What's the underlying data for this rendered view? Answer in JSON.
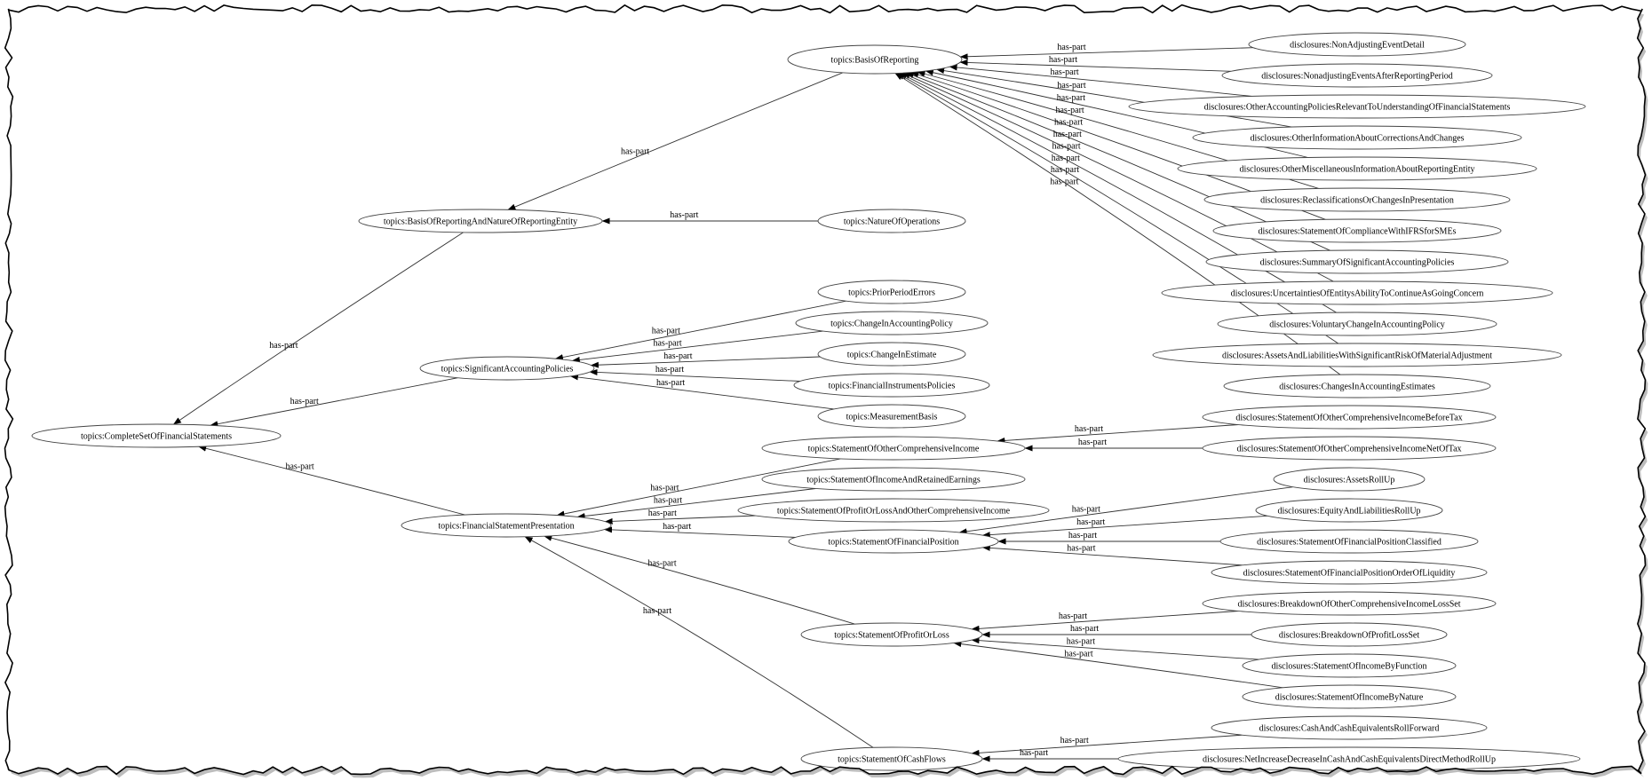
{
  "edge_label": "has-part",
  "nodes": [
    {
      "id": "basis",
      "label": "topics:BasisOfReporting"
    },
    {
      "id": "nonadjDetail",
      "label": "disclosures:NonAdjustingEventDetail"
    },
    {
      "id": "nonadjAfter",
      "label": "disclosures:NonadjustingEventsAfterReportingPeriod"
    },
    {
      "id": "otherAcctPol",
      "label": "disclosures:OtherAccountingPoliciesRelevantToUnderstandingOfFinancialStatements"
    },
    {
      "id": "otherInfoCorr",
      "label": "disclosures:OtherInformationAboutCorrectionsAndChanges"
    },
    {
      "id": "otherMisc",
      "label": "disclosures:OtherMiscellaneousInformationAboutReportingEntity"
    },
    {
      "id": "reclass",
      "label": "disclosures:ReclassificationsOrChangesInPresentation"
    },
    {
      "id": "compliance",
      "label": "disclosures:StatementOfComplianceWithIFRSforSMEs"
    },
    {
      "id": "summary",
      "label": "disclosures:SummaryOfSignificantAccountingPolicies"
    },
    {
      "id": "uncertainties",
      "label": "disclosures:UncertaintiesOfEntitysAbilityToContinueAsGoingConcern"
    },
    {
      "id": "voluntary",
      "label": "disclosures:VoluntaryChangeInAccountingPolicy"
    },
    {
      "id": "assetsLiabRisk",
      "label": "disclosures:AssetsAndLiabilitiesWithSignificantRiskOfMaterialAdjustment"
    },
    {
      "id": "changesEst",
      "label": "disclosures:ChangesInAccountingEstimates"
    },
    {
      "id": "basisNature",
      "label": "topics:BasisOfReportingAndNatureOfReportingEntity"
    },
    {
      "id": "natureOps",
      "label": "topics:NatureOfOperations"
    },
    {
      "id": "priorErr",
      "label": "topics:PriorPeriodErrors"
    },
    {
      "id": "chgPolicy",
      "label": "topics:ChangeInAccountingPolicy"
    },
    {
      "id": "sigPolicies",
      "label": "topics:SignificantAccountingPolicies"
    },
    {
      "id": "chgEstimate",
      "label": "topics:ChangeInEstimate"
    },
    {
      "id": "finInstr",
      "label": "topics:FinancialInstrumentsPolicies"
    },
    {
      "id": "measBasis",
      "label": "topics:MeasurementBasis"
    },
    {
      "id": "complete",
      "label": "topics:CompleteSetOfFinancialStatements"
    },
    {
      "id": "ociBeforeTax",
      "label": "disclosures:StatementOfOtherComprehensiveIncomeBeforeTax"
    },
    {
      "id": "oci",
      "label": "topics:StatementOfOtherComprehensiveIncome"
    },
    {
      "id": "ociNetTax",
      "label": "disclosures:StatementOfOtherComprehensiveIncomeNetOfTax"
    },
    {
      "id": "incomeRetained",
      "label": "topics:StatementOfIncomeAndRetainedEarnings"
    },
    {
      "id": "assetsRoll",
      "label": "disclosures:AssetsRollUp"
    },
    {
      "id": "profitLossOCI",
      "label": "topics:StatementOfProfitOrLossAndOtherComprehensiveIncome"
    },
    {
      "id": "equityLiabRoll",
      "label": "disclosures:EquityAndLiabilitiesRollUp"
    },
    {
      "id": "finStmtPres",
      "label": "topics:FinancialStatementPresentation"
    },
    {
      "id": "finPos",
      "label": "topics:StatementOfFinancialPosition"
    },
    {
      "id": "finPosClass",
      "label": "disclosures:StatementOfFinancialPositionClassified"
    },
    {
      "id": "finPosLiq",
      "label": "disclosures:StatementOfFinancialPositionOrderOfLiquidity"
    },
    {
      "id": "breakdownOCI",
      "label": "disclosures:BreakdownOfOtherComprehensiveIncomeLossSet"
    },
    {
      "id": "profitLoss",
      "label": "topics:StatementOfProfitOrLoss"
    },
    {
      "id": "breakdownPL",
      "label": "disclosures:BreakdownOfProfitLossSet"
    },
    {
      "id": "incomeByFunction",
      "label": "disclosures:StatementOfIncomeByFunction"
    },
    {
      "id": "incomeByNature",
      "label": "disclosures:StatementOfIncomeByNature"
    },
    {
      "id": "cashRollFwd",
      "label": "disclosures:CashAndCashEquivalentsRollForward"
    },
    {
      "id": "cashFlows",
      "label": "topics:StatementOfCashFlows"
    },
    {
      "id": "netIncDec",
      "label": "disclosures:NetIncreaseDecreaseInCashAndCashEquivalentsDirectMethodRollUp"
    }
  ],
  "edges": [
    {
      "from": "nonadjDetail",
      "to": "basis"
    },
    {
      "from": "nonadjAfter",
      "to": "basis"
    },
    {
      "from": "otherAcctPol",
      "to": "basis"
    },
    {
      "from": "otherInfoCorr",
      "to": "basis"
    },
    {
      "from": "otherMisc",
      "to": "basis"
    },
    {
      "from": "reclass",
      "to": "basis"
    },
    {
      "from": "compliance",
      "to": "basis"
    },
    {
      "from": "summary",
      "to": "basis"
    },
    {
      "from": "uncertainties",
      "to": "basis"
    },
    {
      "from": "voluntary",
      "to": "basis"
    },
    {
      "from": "assetsLiabRisk",
      "to": "basis"
    },
    {
      "from": "changesEst",
      "to": "basis"
    },
    {
      "from": "basis",
      "to": "basisNature"
    },
    {
      "from": "natureOps",
      "to": "basisNature"
    },
    {
      "from": "basisNature",
      "to": "complete"
    },
    {
      "from": "priorErr",
      "to": "sigPolicies"
    },
    {
      "from": "chgPolicy",
      "to": "sigPolicies"
    },
    {
      "from": "chgEstimate",
      "to": "sigPolicies"
    },
    {
      "from": "finInstr",
      "to": "sigPolicies"
    },
    {
      "from": "measBasis",
      "to": "sigPolicies"
    },
    {
      "from": "sigPolicies",
      "to": "complete"
    },
    {
      "from": "finStmtPres",
      "to": "complete"
    },
    {
      "from": "ociBeforeTax",
      "to": "oci"
    },
    {
      "from": "ociNetTax",
      "to": "oci"
    },
    {
      "from": "oci",
      "to": "finStmtPres"
    },
    {
      "from": "incomeRetained",
      "to": "finStmtPres"
    },
    {
      "from": "profitLossOCI",
      "to": "finStmtPres"
    },
    {
      "from": "finPos",
      "to": "finStmtPres"
    },
    {
      "from": "assetsRoll",
      "to": "finPos"
    },
    {
      "from": "equityLiabRoll",
      "to": "finPos"
    },
    {
      "from": "finPosClass",
      "to": "finPos"
    },
    {
      "from": "finPosLiq",
      "to": "finPos"
    },
    {
      "from": "profitLoss",
      "to": "finStmtPres"
    },
    {
      "from": "breakdownOCI",
      "to": "profitLoss"
    },
    {
      "from": "breakdownPL",
      "to": "profitLoss"
    },
    {
      "from": "incomeByFunction",
      "to": "profitLoss"
    },
    {
      "from": "incomeByNature",
      "to": "profitLoss"
    },
    {
      "from": "cashFlows",
      "to": "finStmtPres"
    },
    {
      "from": "cashRollFwd",
      "to": "cashFlows"
    },
    {
      "from": "netIncDec",
      "to": "cashFlows"
    }
  ]
}
